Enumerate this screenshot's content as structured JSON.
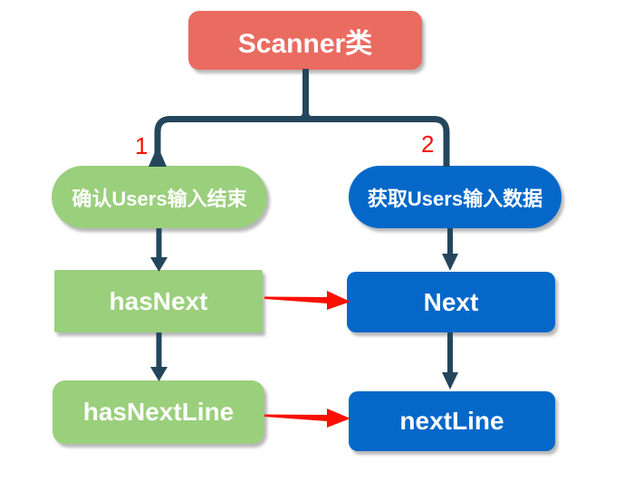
{
  "colors": {
    "background": "#ffffff",
    "root_node": "#ea6b60",
    "left_branch_green": "#9acf7c",
    "right_branch_blue": "#0568c9",
    "connector_dark": "#24465c",
    "annotation_red": "#fa1000",
    "node_text": "#ffffff"
  },
  "diagram": {
    "root": {
      "label": "Scanner类"
    },
    "branches": [
      {
        "number": "1",
        "head": "确认Users输入结束",
        "nodes": [
          "hasNext",
          "hasNextLine"
        ]
      },
      {
        "number": "2",
        "head": "获取Users输入数据",
        "nodes": [
          "Next",
          "nextLine"
        ]
      }
    ],
    "cross_links": [
      {
        "from": "hasNext",
        "to": "Next"
      },
      {
        "from": "hasNextLine",
        "to": "nextLine"
      }
    ]
  }
}
